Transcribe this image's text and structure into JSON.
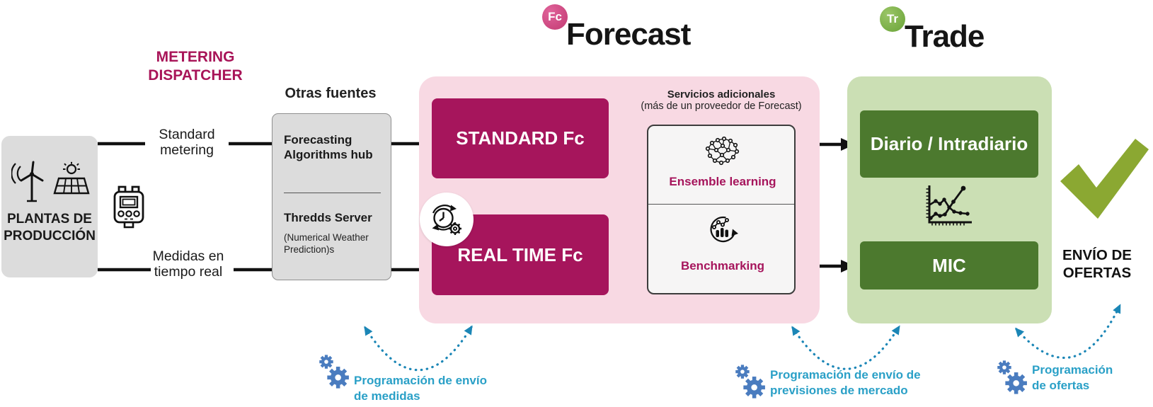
{
  "header": {
    "forecast_badge": "Fc",
    "forecast_title": "Forecast",
    "trade_badge": "Tr",
    "trade_title": "Trade"
  },
  "metering_dispatcher": [
    "METERING",
    "DISPATCHER"
  ],
  "plantas": {
    "label": [
      "PLANTAS DE",
      "PRODUCCIÓN"
    ],
    "icons": [
      "wind-turbine-icon",
      "solar-panel-icon",
      "meter-icon"
    ]
  },
  "flows": {
    "standard_metering": [
      "Standard",
      "metering"
    ],
    "medidas": [
      "Medidas en",
      "tiempo real"
    ]
  },
  "otras_fuentes": {
    "title": "Otras fuentes",
    "item1": "Forecasting Algorithms hub",
    "item2": "Thredds Server",
    "item2_note": "(Numerical Weather Prediction)s"
  },
  "forecast_panel": {
    "standard": "STANDARD Fc",
    "realtime": "REAL TIME Fc",
    "realtime_icon": "clock-refresh-gear-icon"
  },
  "servicios": {
    "title": "Servicios adicionales",
    "subtitle": "(más de un proveedor de Forecast)",
    "item1": "Ensemble learning",
    "item1_icon": "neural-network-icon",
    "item2": "Benchmarking",
    "item2_icon": "benchmark-cycle-icon"
  },
  "trade_panel": {
    "box1": "Diario / Intradiario",
    "box2": "MIC",
    "icon": "market-line-chart-icon"
  },
  "envio": [
    "ENVÍO DE",
    "OFERTAS"
  ],
  "annotations": [
    "Programación de envío de medidas",
    "Programación de envío de previsiones de mercado",
    "Programación de ofertas"
  ],
  "colors": {
    "magenta": "#a6155c",
    "metering_text": "#a81458",
    "pink_panel": "#f8d9e3",
    "green_panel": "#cbdfb4",
    "dark_green": "#4c792e",
    "check_olive": "#8ba832",
    "teal_annotation": "#2aa0c7",
    "arc_teal": "#1b86b6",
    "gear_blue": "#4a7cbf",
    "badge_fc": "#d8487f",
    "badge_tr": "#7cb248",
    "gray_box": "#dcdcdc"
  }
}
